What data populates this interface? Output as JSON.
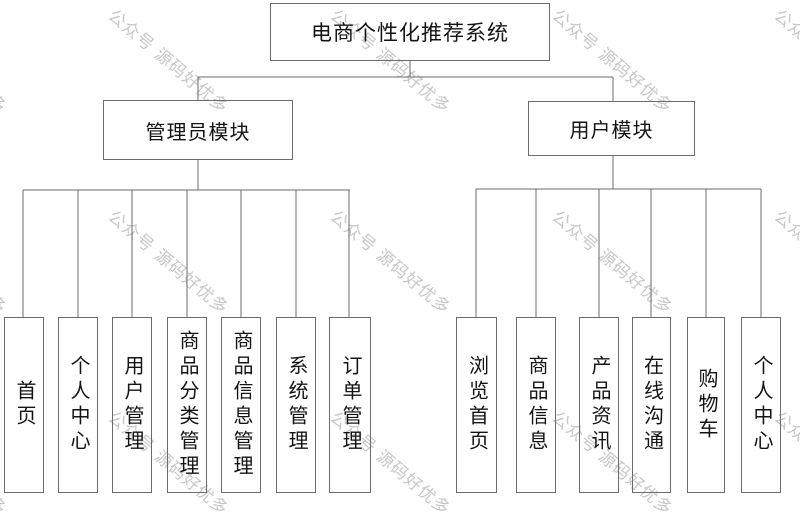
{
  "title": "电商个性化推荐系统",
  "watermark": {
    "text": "公众号 源码好优多",
    "color": "#c7c7c7"
  },
  "modules": [
    {
      "label": "管理员模块",
      "children": [
        "首页",
        "个人中心",
        "用户管理",
        "商品分类管理",
        "商品信息管理",
        "系统管理",
        "订单管理"
      ]
    },
    {
      "label": "用户模块",
      "children": [
        "浏览首页",
        "商品信息",
        "产品资讯",
        "在线沟通",
        "购物车",
        "个人中心"
      ]
    }
  ],
  "colors": {
    "line": "#6b6b6b",
    "text": "#141414",
    "background": "#ffffff"
  }
}
